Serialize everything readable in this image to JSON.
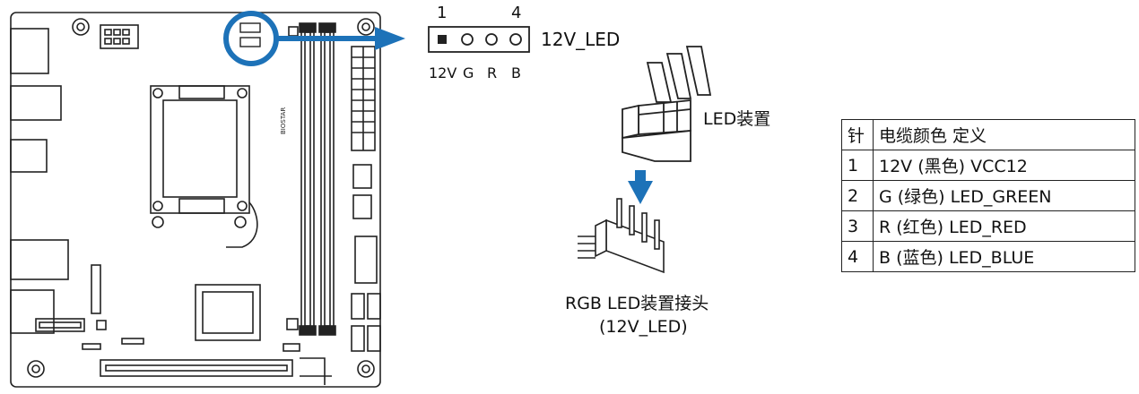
{
  "header_diagram": {
    "pin_numbers": [
      "1",
      "4"
    ],
    "header_name": "12V_LED",
    "pin_labels": [
      "12V",
      "G",
      "R",
      "B"
    ]
  },
  "device": {
    "label": "LED装置"
  },
  "connector": {
    "caption_line1": "RGB LED装置接头",
    "caption_line2": "(12V_LED)"
  },
  "board": {
    "brand": "BIOSTAR"
  },
  "pin_table": {
    "header": [
      "针",
      "电缆颜色 定义"
    ],
    "rows": [
      [
        "1",
        "12V (黑色) VCC12"
      ],
      [
        "2",
        "G (绿色) LED_GREEN"
      ],
      [
        "3",
        "R (红色) LED_RED"
      ],
      [
        "4",
        "B (蓝色) LED_BLUE"
      ]
    ]
  },
  "colors": {
    "highlight": "#1d72b8",
    "line": "#222222"
  }
}
